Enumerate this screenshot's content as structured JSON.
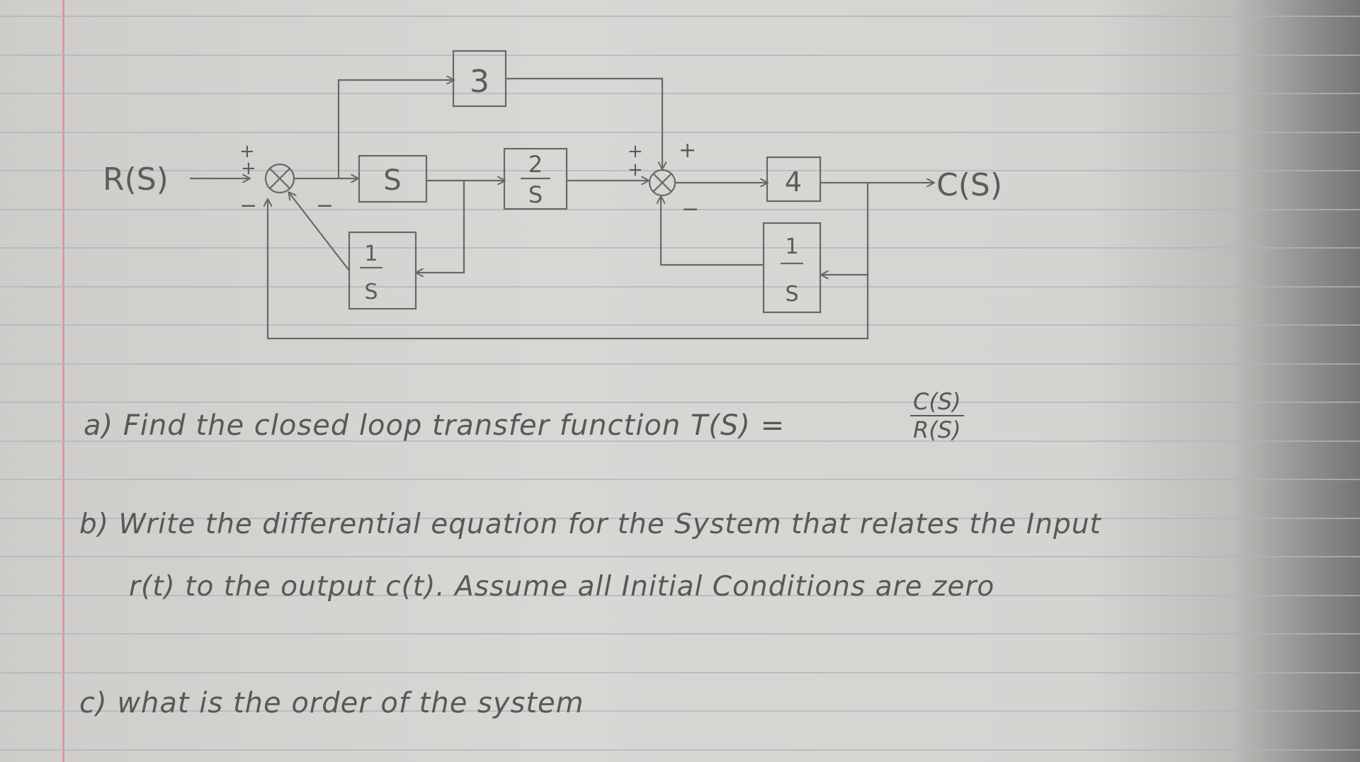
{
  "diagram": {
    "input": "R(S)",
    "output": "C(S)",
    "blocks": {
      "top": "3",
      "first": "S",
      "second_num": "2",
      "second_den": "S",
      "third": "4",
      "fb_inner_num": "1",
      "fb_inner_den": "S",
      "fb_right_num": "1",
      "fb_right_den": "S"
    },
    "signs": {
      "s1_top": "+",
      "s1_left": "+",
      "s1_bottom": "−",
      "s1_diag": "−",
      "s2_top_left": "+",
      "s2_left": "+",
      "s2_top_right": "+",
      "s2_bottom": "−"
    }
  },
  "questions": {
    "a_text": "a) Find the closed loop transfer function T(S) =",
    "a_num": "C(S)",
    "a_den": "R(S)",
    "b_line1": "b) Write the differential equation for the System that relates the Input",
    "b_line2": "r(t) to the output c(t). Assume all Initial Conditions are zero",
    "c_text": "c) what is the order of the system"
  }
}
